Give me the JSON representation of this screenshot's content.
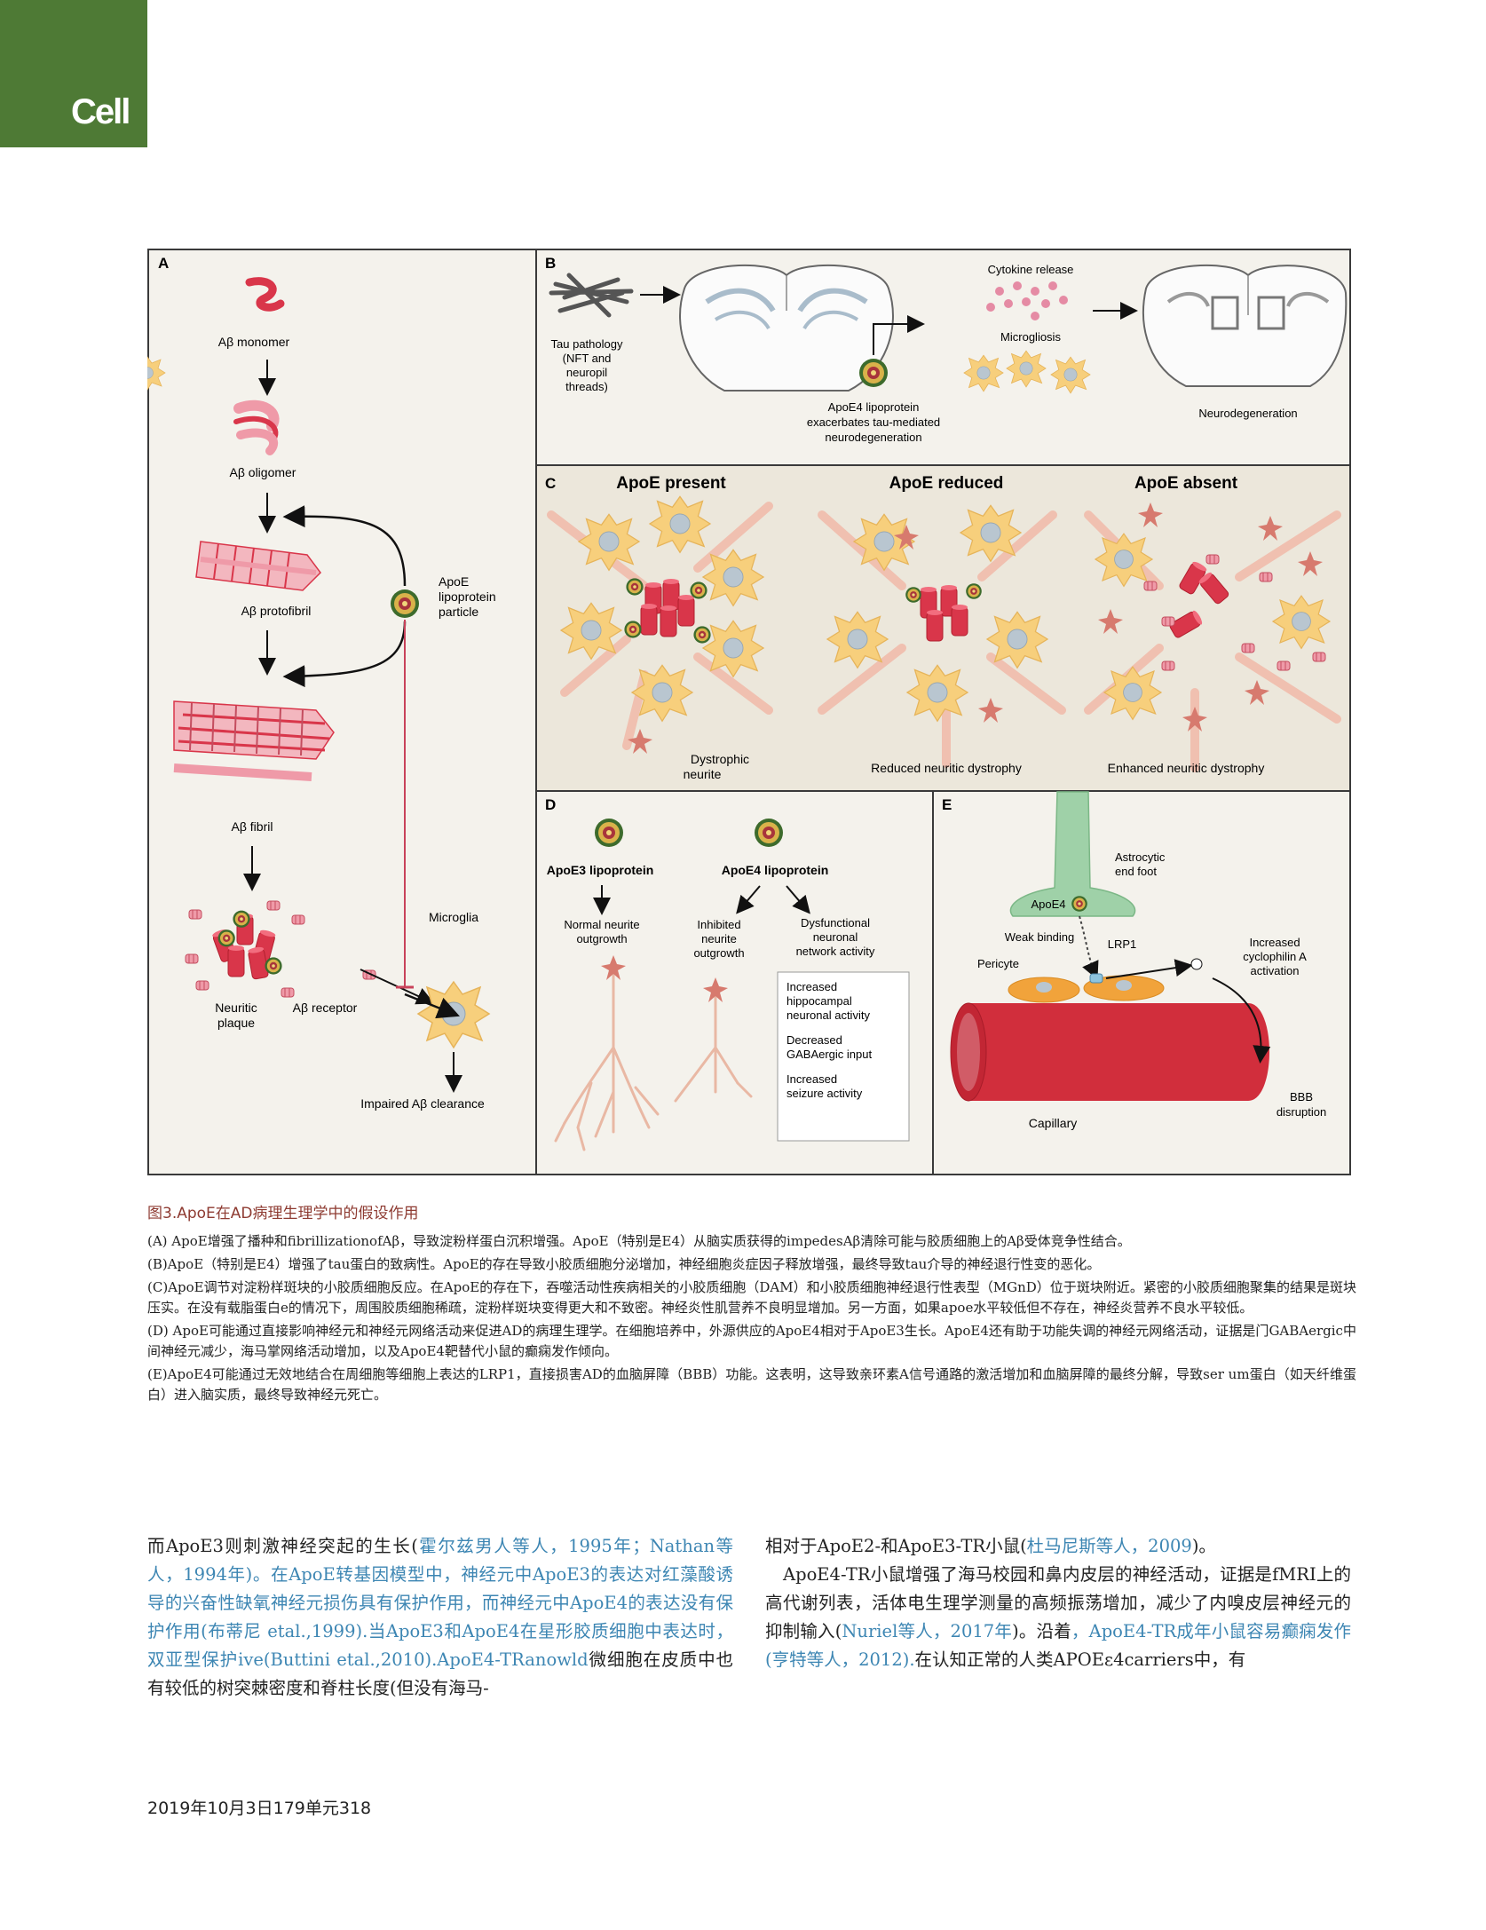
{
  "journal": {
    "name": "Cell"
  },
  "figure": {
    "panels": {
      "A": {
        "letter": "A",
        "monomer": "Aβ monomer",
        "oligomer": "Aβ oligomer",
        "protofibril": "Aβ protofibril",
        "fibril": "Aβ fibril",
        "particle": [
          "ApoE",
          "lipoprotein",
          "particle"
        ],
        "microglia": "Microglia",
        "plaque": [
          "Neuritic",
          "plaque"
        ],
        "receptor": "Aβ receptor",
        "clearance": "Impaired Aβ clearance"
      },
      "B": {
        "letter": "B",
        "tau": [
          "Tau pathology",
          "(NFT and",
          "neuropil",
          "threads)"
        ],
        "apoe": [
          "ApoE4 lipoprotein",
          "exacerbates tau-mediated",
          "neurodegeneration"
        ],
        "cytokine": "Cytokine release",
        "microgliosis": "Microgliosis",
        "neurodegeneration": "Neurodegeneration"
      },
      "C": {
        "letter": "C",
        "present": "ApoE present",
        "reduced": "ApoE reduced",
        "absent": "ApoE absent",
        "dystrophic": [
          "Dystrophic",
          "neurite"
        ],
        "reduced_dystrophy": "Reduced neuritic dystrophy",
        "enhanced_dystrophy": "Enhanced neuritic dystrophy"
      },
      "D": {
        "letter": "D",
        "apoe3": "ApoE3 lipoprotein",
        "apoe4": "ApoE4 lipoprotein",
        "normal": [
          "Normal neurite",
          "outgrowth"
        ],
        "inhibited": [
          "Inhibited",
          "neurite",
          "outgrowth"
        ],
        "dysfunctional": [
          "Dysfunctional",
          "neuronal",
          "network activity"
        ],
        "box": [
          [
            "Increased",
            "hippocampal",
            "neuronal activity"
          ],
          [
            "Decreased",
            "GABAergic input"
          ],
          [
            "Increased",
            "seizure activity"
          ]
        ]
      },
      "E": {
        "letter": "E",
        "astro": [
          "Astrocytic",
          "end foot"
        ],
        "apoe4": "ApoE4",
        "weak": "Weak binding",
        "lrp1": "LRP1",
        "pericyte": "Pericyte",
        "cyclo": [
          "Increased",
          "cyclophilin A",
          "activation"
        ],
        "capillary": "Capillary",
        "bbb": [
          "BBB",
          "disruption"
        ]
      }
    },
    "colors": {
      "border": "#3a3a3a",
      "panel_bg": "#f4f2ec",
      "panel_c_bg": "#ece7db",
      "abeta_red": "#d9364a",
      "abeta_pink": "#ef9aa8",
      "microglia": "#f7cf7c",
      "nucleus": "#b9c6d0",
      "astro_green": "#9fd1a8",
      "pericyte": "#f1a33b",
      "capillary": "#d12e3c"
    }
  },
  "caption": {
    "title": "图3.ApoE在AD病理生理学中的假设作用",
    "paragraphs": [
      "(A) ApoE增强了播种和fibrillizationofAβ，导致淀粉样蛋白沉积增强。ApoE（特别是E4）从脑实质获得的impedesAβ清除可能与胶质细胞上的Aβ受体竞争性结合。",
      "(B)ApoE（特别是E4）增强了tau蛋白的致病性。ApoE的存在导致小胶质细胞分泌增加，神经细胞炎症因子释放增强，最终导致tau介导的神经退行性变的恶化。",
      "(C)ApoE调节对淀粉样斑块的小胶质细胞反应。在ApoE的存在下，吞噬活动性疾病相关的小胶质细胞（DAM）和小胶质细胞神经退行性表型（MGnD）位于斑块附近。紧密的小胶质细胞聚集的结果是斑块压实。在没有载脂蛋白e的情况下，周围胶质细胞稀疏，淀粉样斑块变得更大和不致密。神经炎性肌营养不良明显增加。另一方面，如果apoe水平较低但不存在，神经炎营养不良水平较低。",
      "(D) ApoE可能通过直接影响神经元和神经元网络活动来促进AD的病理生理学。在细胞培养中，外源供应的ApoE4相对于ApoE3生长。ApoE4还有助于功能失调的神经元网络活动，证据是门GABAergic中间神经元减少，海马掌网络活动增加，以及ApoE4靶替代小鼠的癫痫发作倾向。",
      "(E)ApoE4可能通过无效地结合在周细胞等细胞上表达的LRP1，直接损害AD的血脑屏障（BBB）功能。这表明，这导致亲环素A信号通路的激活增加和血脑屏障的最终分解，导致ser um蛋白（如天纤维蛋白）进入脑实质，最终导致神经元死亡。"
    ]
  },
  "body": {
    "left": {
      "p1_a": "而ApoE3则刺激神经突起的生长(",
      "p1_link1": "霍尔兹男人等人，1995年；Nathan等人，1994年)。在ApoE转基因模型中，神经元中ApoE3的表达对红藻酸诱导的兴奋性缺氧神经元损伤具有保护作用，而神经元中ApoE4的表达没有保护作用(布蒂尼 etal.,1999).当ApoE3和ApoE4在星形胶质细胞中表达时，双亚型保护ive(Buttini etal.,2010).ApoE4-TRanowld",
      "p1_b": "微细胞在皮质中也有较低的树突棘密度和脊柱长度(但没有海马-"
    },
    "right": {
      "p1_a": "相对于ApoE2-和ApoE3-TR小鼠(",
      "p1_link": "杜马尼斯等人，2009",
      "p1_b": ")。",
      "p2_a": "ApoE4-TR小鼠增强了海马校园和鼻内皮层的神经活动，证据是fMRI上的高代谢列表，活体电生理学测量的高频振荡增加，减少了内嗅皮层神经元的抑制输入(",
      "p2_link1": "Nuriel等人，2017年",
      "p2_b": ")。沿着",
      "p2_link2": "，ApoE4-TR成年小鼠容易癫痫发作(亨特等人，2012).",
      "p2_c": "在认知正常的人类APOEε4carriers中，有"
    }
  },
  "footer": {
    "citation": "2019年10月3日179单元318"
  }
}
